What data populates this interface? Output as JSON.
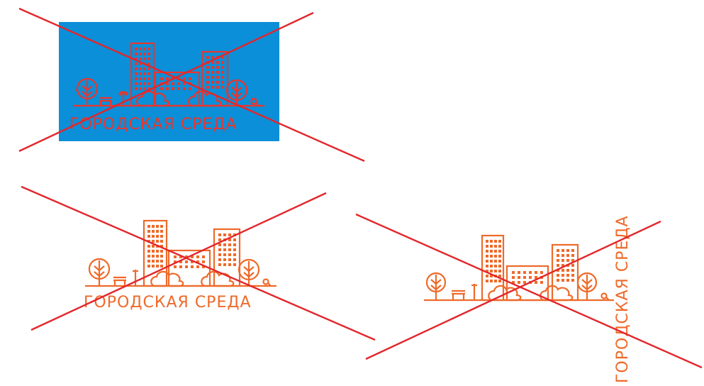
{
  "brand": {
    "name": "ГОРОДСКАЯ СРЕДА",
    "orange": "#ee6a2a",
    "red_on_blue": "#e8362e",
    "blue_background": "#0b8fd8",
    "cross_color": "#e3262b"
  },
  "examples": [
    {
      "id": "blue-background",
      "label": "incorrect-usage",
      "text_layout": "horizontal",
      "background": "blue"
    },
    {
      "id": "detached-text",
      "label": "incorrect-usage",
      "text_layout": "horizontal-shifted",
      "background": "white"
    },
    {
      "id": "vertical-text",
      "label": "incorrect-usage",
      "text_layout": "vertical",
      "background": "white"
    }
  ],
  "icons": [
    "building-icon",
    "tree-icon",
    "bench-icon",
    "street-lamp-icon",
    "cloud-bush-icon",
    "cat-icon",
    "cross-out-icon"
  ]
}
